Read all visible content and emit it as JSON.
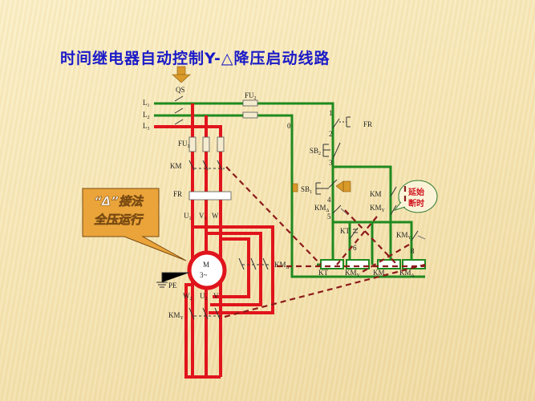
{
  "title": "时间继电器自动控制Y-△降压启动线路",
  "callout": {
    "line1": "“Δ”接法",
    "line2": "全压运行"
  },
  "bubble": {
    "line1": "延始",
    "line2": "断时"
  },
  "labels": {
    "qs": "QS",
    "l1": "L1",
    "l2": "L2",
    "l3": "L3",
    "fu1": "FU1",
    "fu2": "FU2",
    "km_main": "KM",
    "fr_main": "FR",
    "u1": "U1",
    "v1": "V1",
    "w1": "W",
    "motor_m": "M",
    "motor_3": "3~",
    "pe": "PE",
    "w2": "W2",
    "u2": "U2",
    "v2": "V",
    "km_y_main": "KMY",
    "km_delta_main": "KMΔ",
    "node0": "0",
    "node1": "1",
    "node2": "2",
    "node3": "3",
    "node4": "4",
    "node5": "5",
    "node6": "6",
    "node8": "8",
    "fr_ctrl": "FR",
    "sb2": "SB2",
    "sb1": "SB1",
    "km_hold": "KM",
    "km_ctrl_left": "KMΔ",
    "kt_ctrl": "KT",
    "km_ctrl_right": "KM",
    "km_y_ctrl": "KMY",
    "km_delta_ctrl": "KMΔ",
    "coil_kt": "KT",
    "coil_kmy": "KMY",
    "coil_km": "KM",
    "coil_kmd": "KMΔ"
  },
  "colors": {
    "title": "#1a1ac8",
    "power_circuit": "#e0141c",
    "control_circuit": "#1f8a1f",
    "linkage": "#8b1a1a",
    "callout_fill": "#eaa43a",
    "arrow": "#d99a2a"
  }
}
